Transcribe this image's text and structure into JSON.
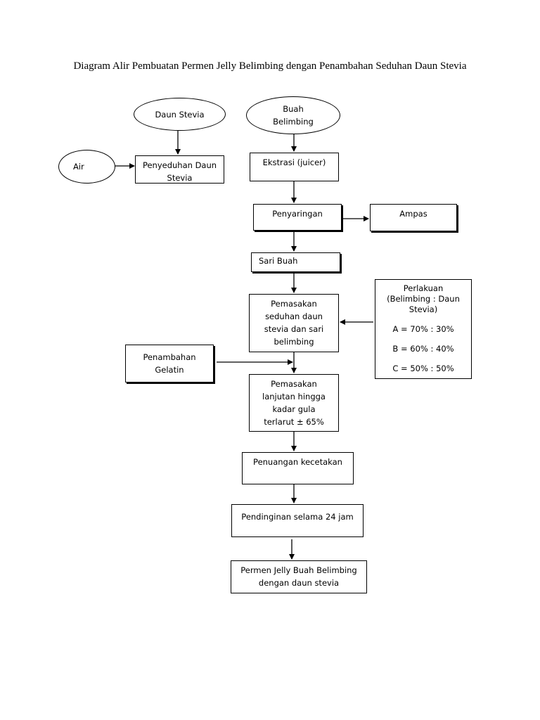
{
  "title": "Diagram Alir Pembuatan Permen Jelly Belimbing dengan Penambahan Seduhan Daun Stevia",
  "nodes": {
    "daun_stevia": "Daun Stevia",
    "buah_belimbing": [
      "Buah",
      "Belimbing"
    ],
    "air": "Air",
    "penyeduhan": [
      "Penyeduhan Daun",
      "Stevia"
    ],
    "ekstrasi": "Ekstrasi (juicer)",
    "penyaringan": "Penyaringan",
    "ampas": "Ampas",
    "sari_buah": "Sari Buah",
    "pemasakan": [
      "Pemasakan",
      "seduhan daun",
      "stevia dan sari",
      "belimbing"
    ],
    "perlakuan": [
      "Perlakuan",
      "(Belimbing : Daun",
      "Stevia)",
      "A = 70% : 30%",
      "B = 60% : 40%",
      "C = 50% : 50%"
    ],
    "penambahan_gelatin": [
      "Penambahan",
      "Gelatin"
    ],
    "pemasakan_lanjutan": [
      "Pemasakan",
      "lanjutan hingga",
      "kadar gula",
      "terlarut ± 65%"
    ],
    "penuangan": "Penuangan kecetakan",
    "pendinginan": "Pendinginan selama 24 jam",
    "permen": [
      "Permen Jelly Buah Belimbing",
      "dengan daun stevia"
    ]
  }
}
